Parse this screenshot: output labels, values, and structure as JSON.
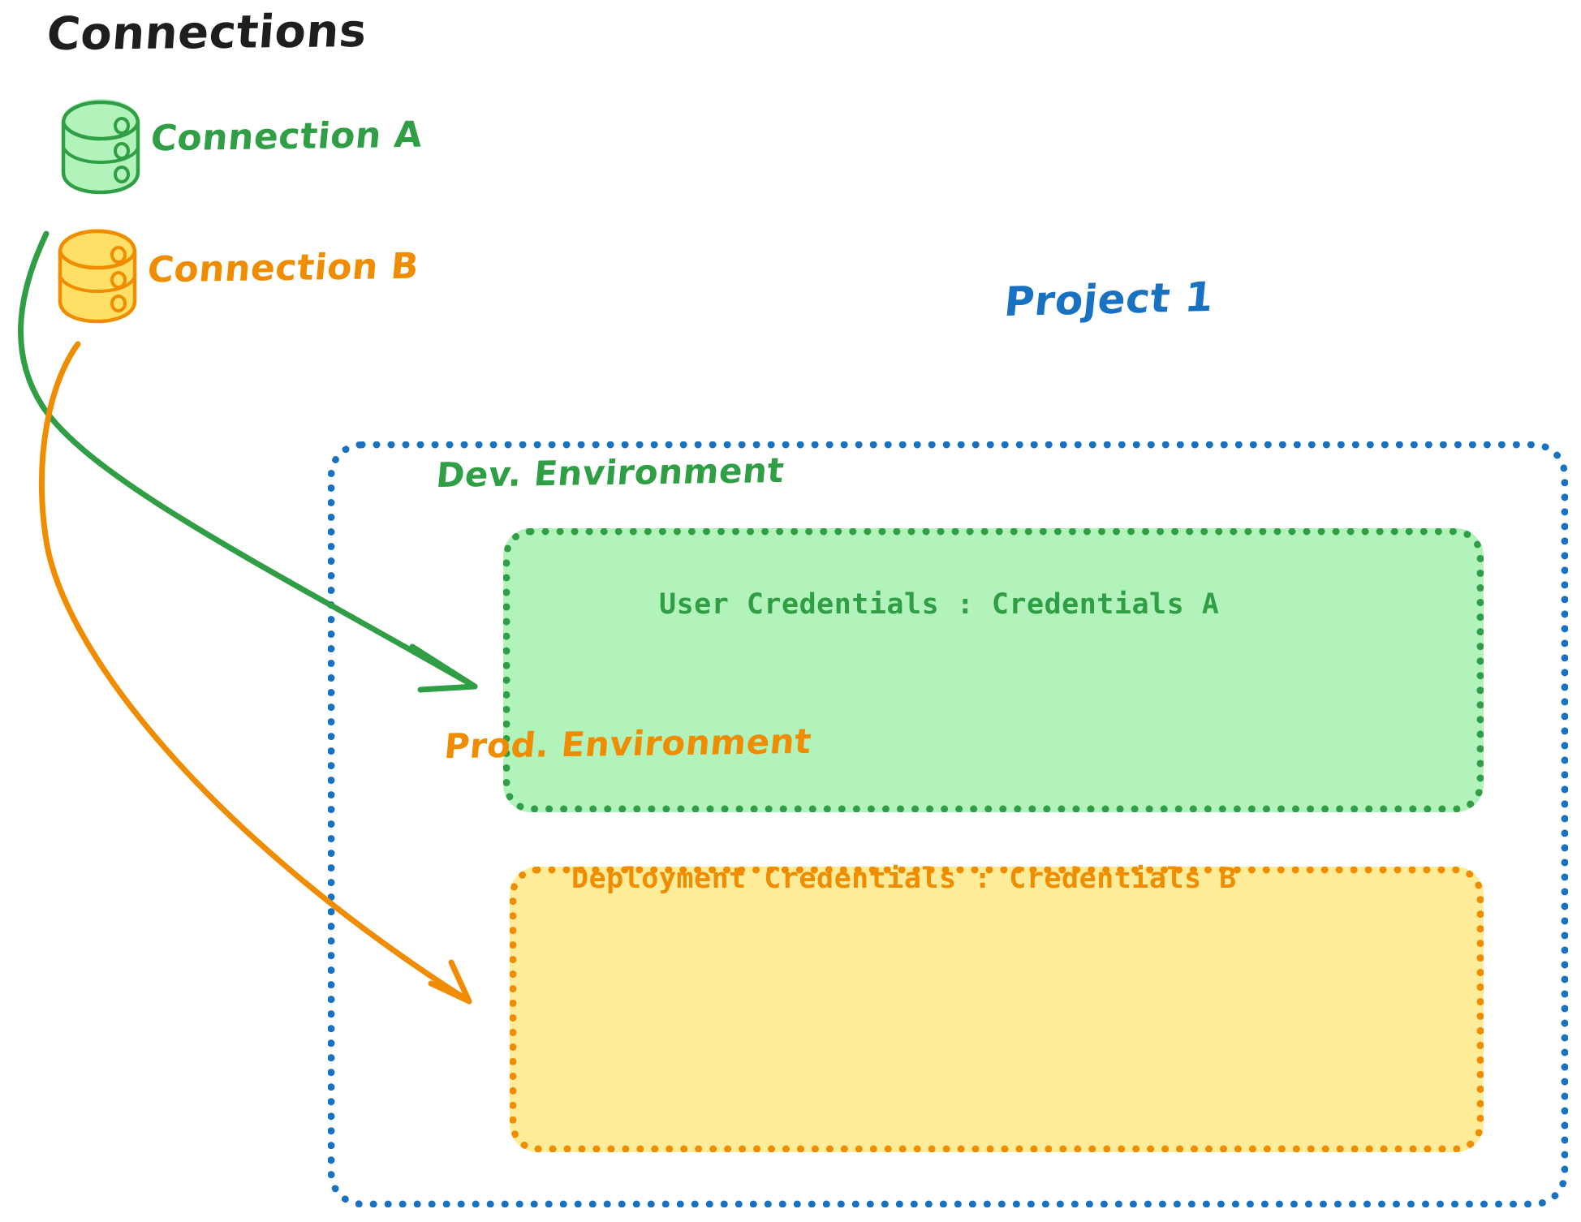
{
  "diagram": {
    "title": "Connections",
    "background_color": "#ffffff"
  },
  "connections": {
    "heading": "Connections",
    "items": [
      {
        "id": "connection-a",
        "label": "Connection A",
        "icon": "database-cylinder-icon",
        "stroke_color": "#2f9e44",
        "fill_color": "#b2f2bb"
      },
      {
        "id": "connection-b",
        "label": "Connection B",
        "icon": "database-cylinder-icon",
        "stroke_color": "#f08c00",
        "fill_color": "#ffe066"
      }
    ]
  },
  "project": {
    "label": "Project 1",
    "border_color": "#1971c2",
    "environments": [
      {
        "id": "dev-environment",
        "title": "Dev. Environment",
        "credentials_line": "User Credentials : Credentials A",
        "credentials_key": "User Credentials",
        "credentials_value": "Credentials A",
        "border_color": "#2f9e44",
        "fill_color": "#b2f2bb",
        "text_color": "#2f9e44"
      },
      {
        "id": "prod-environment",
        "title": "Prod. Environment",
        "credentials_line": "Deployment Credentials : Credentials B",
        "credentials_key": "Deployment Credentials",
        "credentials_value": "Credentials B",
        "border_color": "#f08c00",
        "fill_color": "#ffec99",
        "text_color": "#f08c00"
      }
    ]
  },
  "arrows": [
    {
      "id": "arrow-connection-a-to-dev",
      "from": "connection-a",
      "to": "dev-environment",
      "color": "#2f9e44"
    },
    {
      "id": "arrow-connection-b-to-prod",
      "from": "connection-b",
      "to": "prod-environment",
      "color": "#f08c00"
    }
  ]
}
